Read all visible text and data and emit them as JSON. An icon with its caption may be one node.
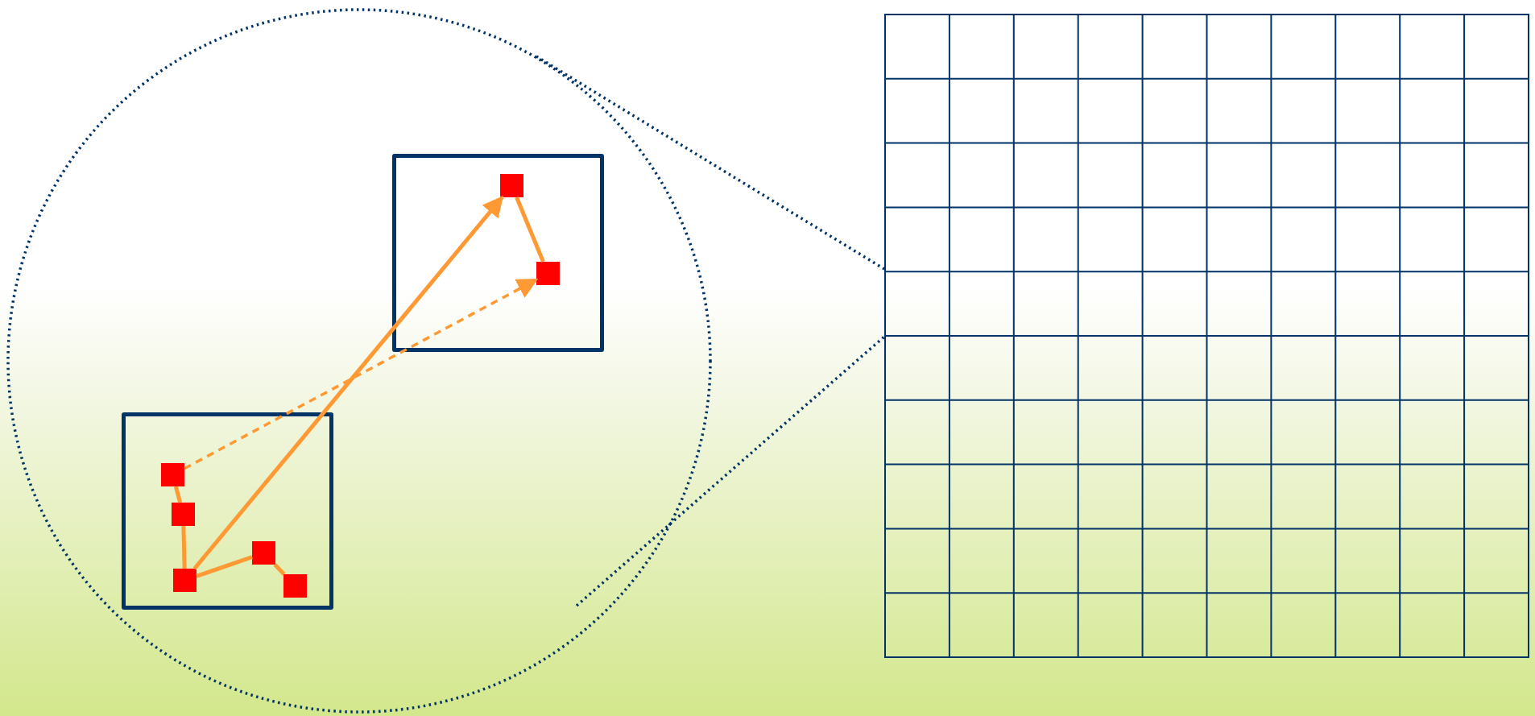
{
  "diagram": {
    "nodes": [
      {
        "text": [],
        "shape": "circle"
      },
      {
        "text": [],
        "shape": "box",
        "in": 0
      },
      {
        "text": [],
        "shape": "box",
        "in": 1
      },
      {
        "text": [],
        "shape": "box",
        "in": 1
      },
      {
        "text": [],
        "shape": "box",
        "in": 0
      },
      {
        "text": [],
        "shape": "box",
        "in": 4
      },
      {
        "text": [],
        "shape": "box",
        "in": 4
      },
      {
        "text": [],
        "shape": "box",
        "in": 4
      },
      {
        "text": [],
        "shape": "box",
        "in": 4
      },
      {
        "text": [],
        "shape": "box",
        "in": 4
      },
      {
        "text": [],
        "shape": "grid"
      }
    ],
    "edges": [
      {
        "from": 5,
        "to": 6,
        "arrow": "none"
      },
      {
        "from": 6,
        "to": 8,
        "arrow": "none"
      },
      {
        "from": 8,
        "to": 7,
        "arrow": "none"
      },
      {
        "from": 7,
        "to": 9,
        "arrow": "none"
      },
      {
        "from": 8,
        "to": 2,
        "arrow": "to"
      },
      {
        "from": 2,
        "to": 3,
        "arrow": "none"
      },
      {
        "from": 5,
        "to": 3,
        "arrow": "to",
        "style": "dashed"
      },
      {
        "from": 0,
        "to": 10,
        "arrow": "none",
        "style": "dashed",
        "color": "#003366"
      },
      {
        "from": 0,
        "to": 10,
        "arrow": "none",
        "style": "dashed",
        "color": "#003366"
      }
    ]
  }
}
